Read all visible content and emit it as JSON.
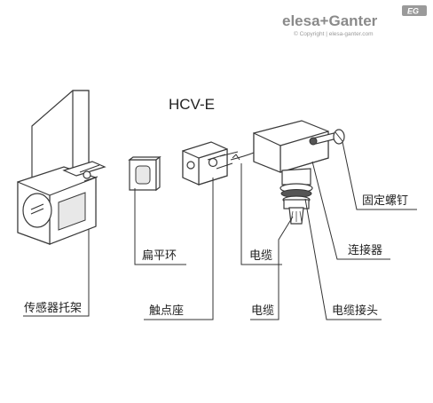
{
  "brand": {
    "name": "elesa+Ganter",
    "copyright": "© Copyright | elesa-ganter.com",
    "badge": "EG"
  },
  "title": "HCV-E",
  "labels": {
    "sensor_bracket": "传感器托架",
    "flat_ring": "扁平环",
    "contact_base": "触点座",
    "cable_upper": "电缆",
    "cable_lower": "电缆",
    "cable_connector": "电缆接头",
    "connector": "连接器",
    "fixing_screw": "固定螺钉"
  }
}
